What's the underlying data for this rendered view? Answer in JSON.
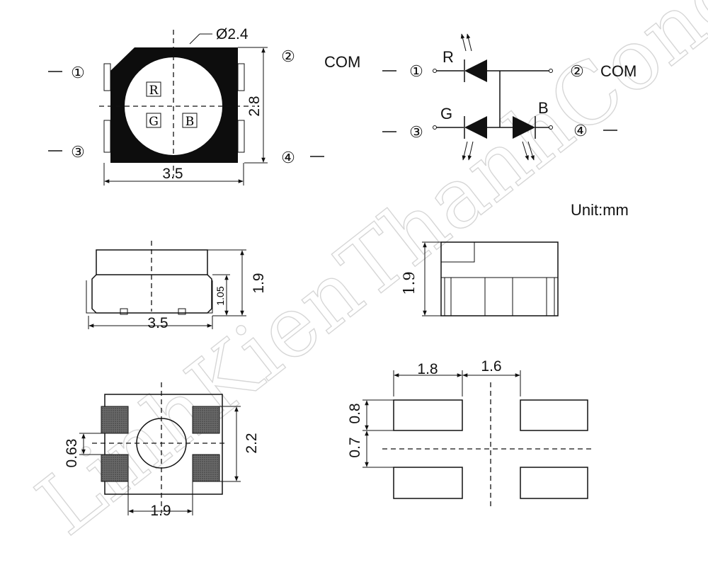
{
  "watermark": "LinhKienThanhCong.vn",
  "unit": "Unit:mm",
  "top_view": {
    "diameter": "Ø2.4",
    "width": "3.5",
    "height": "2.8",
    "chips": [
      "R",
      "G",
      "B"
    ],
    "pins": [
      "①",
      "②",
      "③",
      "④"
    ]
  },
  "schematic": {
    "com_left": "COM",
    "com_right": "COM",
    "r": "R",
    "g": "G",
    "b": "B",
    "pins": [
      "①",
      "②",
      "③",
      "④"
    ]
  },
  "side_view": {
    "width": "3.5",
    "height": "1.9",
    "lead": "1.05"
  },
  "end_view": {
    "height": "1.9"
  },
  "bottom_view": {
    "span_v": "2.2",
    "pad_gap": "0.63",
    "pitch": "1.9"
  },
  "footprint": {
    "pad_len": "1.8",
    "gap": "1.6",
    "pad_h": "0.8",
    "row_gap": "0.7"
  }
}
